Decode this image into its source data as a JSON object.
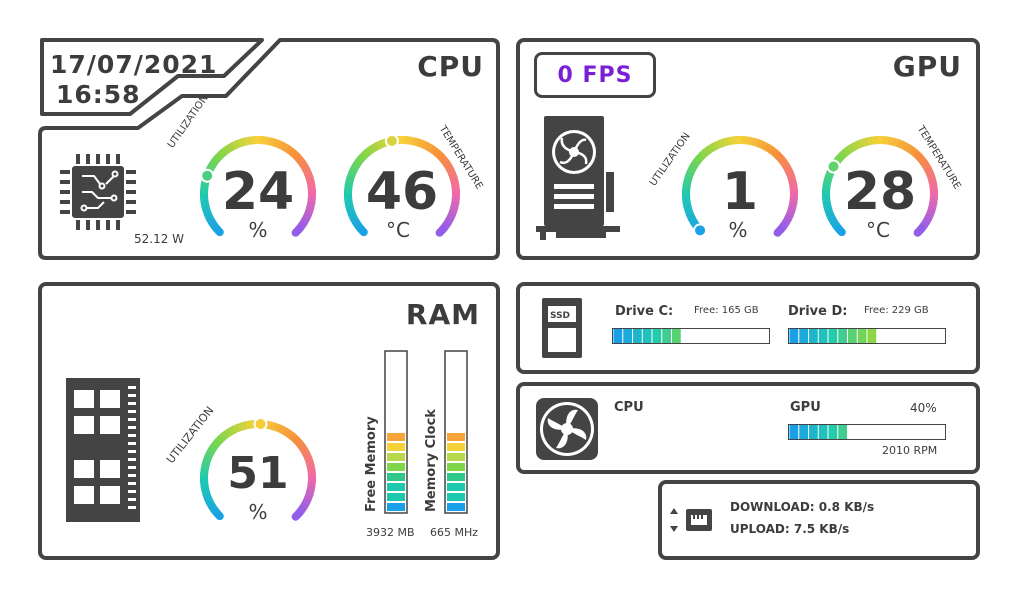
{
  "datetime": {
    "date": "17/07/2021",
    "time": "16:58"
  },
  "cpu": {
    "title": "CPU",
    "power": "52.12 W",
    "utilization": {
      "label": "UTILIZATION",
      "value": "24",
      "unit": "%",
      "level": 0.24
    },
    "temperature": {
      "label": "TEMPERATURE",
      "value": "46",
      "unit": "°C",
      "level": 0.46
    }
  },
  "gpu": {
    "title": "GPU",
    "fps": "0 FPS",
    "utilization": {
      "label": "UTILIZATION",
      "value": "1",
      "unit": "%",
      "level": 0.01
    },
    "temperature": {
      "label": "TEMPERATURE",
      "value": "28",
      "unit": "°C",
      "level": 0.28
    }
  },
  "ram": {
    "title": "RAM",
    "utilization": {
      "label": "UTILIZATION",
      "value": "51",
      "unit": "%",
      "level": 0.51
    },
    "free_memory": {
      "label": "Free Memory",
      "value": "3932 MB",
      "level": 0.5
    },
    "memory_clock": {
      "label": "Memory Clock",
      "value": "665 MHz",
      "level": 0.5
    }
  },
  "drives": {
    "icon_label": "SSD",
    "c": {
      "name": "Drive C:",
      "free": "Free: 165 GB",
      "level": 0.45
    },
    "d": {
      "name": "Drive D:",
      "free": "Free: 229 GB",
      "level": 0.56
    }
  },
  "fans": {
    "cpu_label": "CPU",
    "gpu_label": "GPU",
    "gpu_percent": "40%",
    "gpu_rpm": "2010 RPM",
    "gpu_level": 0.4
  },
  "network": {
    "download": "DOWNLOAD: 0.8 KB/s",
    "upload": "UPLOAD: 7.5 KB/s"
  },
  "colors": {
    "frame": "#444444",
    "fps_accent": "#7a1fd6",
    "gauge_gradient": [
      "#1aa0e8",
      "#1fc9b0",
      "#7fd64a",
      "#f5d23a",
      "#f7903a",
      "#f06aa8",
      "#8a5cf0"
    ]
  }
}
